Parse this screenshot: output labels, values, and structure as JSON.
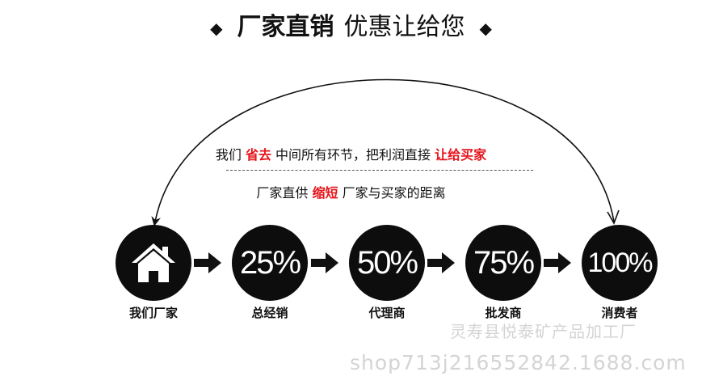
{
  "title": {
    "bold": "厂家直销",
    "light": "优惠让给您",
    "left_symbol": "◆",
    "right_symbol": "◆"
  },
  "message": {
    "line1_before": "我们 ",
    "line1_red1": "省去",
    "line1_middle": " 中间所有环节，把利润直接 ",
    "line1_red2": "让给买家",
    "line2_before": "厂家直供 ",
    "line2_red": "缩短",
    "line2_after": " 厂家与买家的距离"
  },
  "flow": {
    "first_icon": "house-icon",
    "steps": [
      {
        "value": "25%",
        "label": "总经销"
      },
      {
        "value": "50%",
        "label": "代理商"
      },
      {
        "value": "75%",
        "label": "批发商"
      },
      {
        "value": "100%",
        "label": "消费者"
      }
    ],
    "first_label": "我们厂家"
  },
  "watermark": {
    "company": "灵寿县悦泰矿产品加工厂",
    "shop": "shop713j216552842.1688.com"
  },
  "colors": {
    "accent_red": "#e5141b",
    "circle_fill": "#0d0d0d",
    "text": "#111111",
    "watermark": "#d4d4d4"
  }
}
